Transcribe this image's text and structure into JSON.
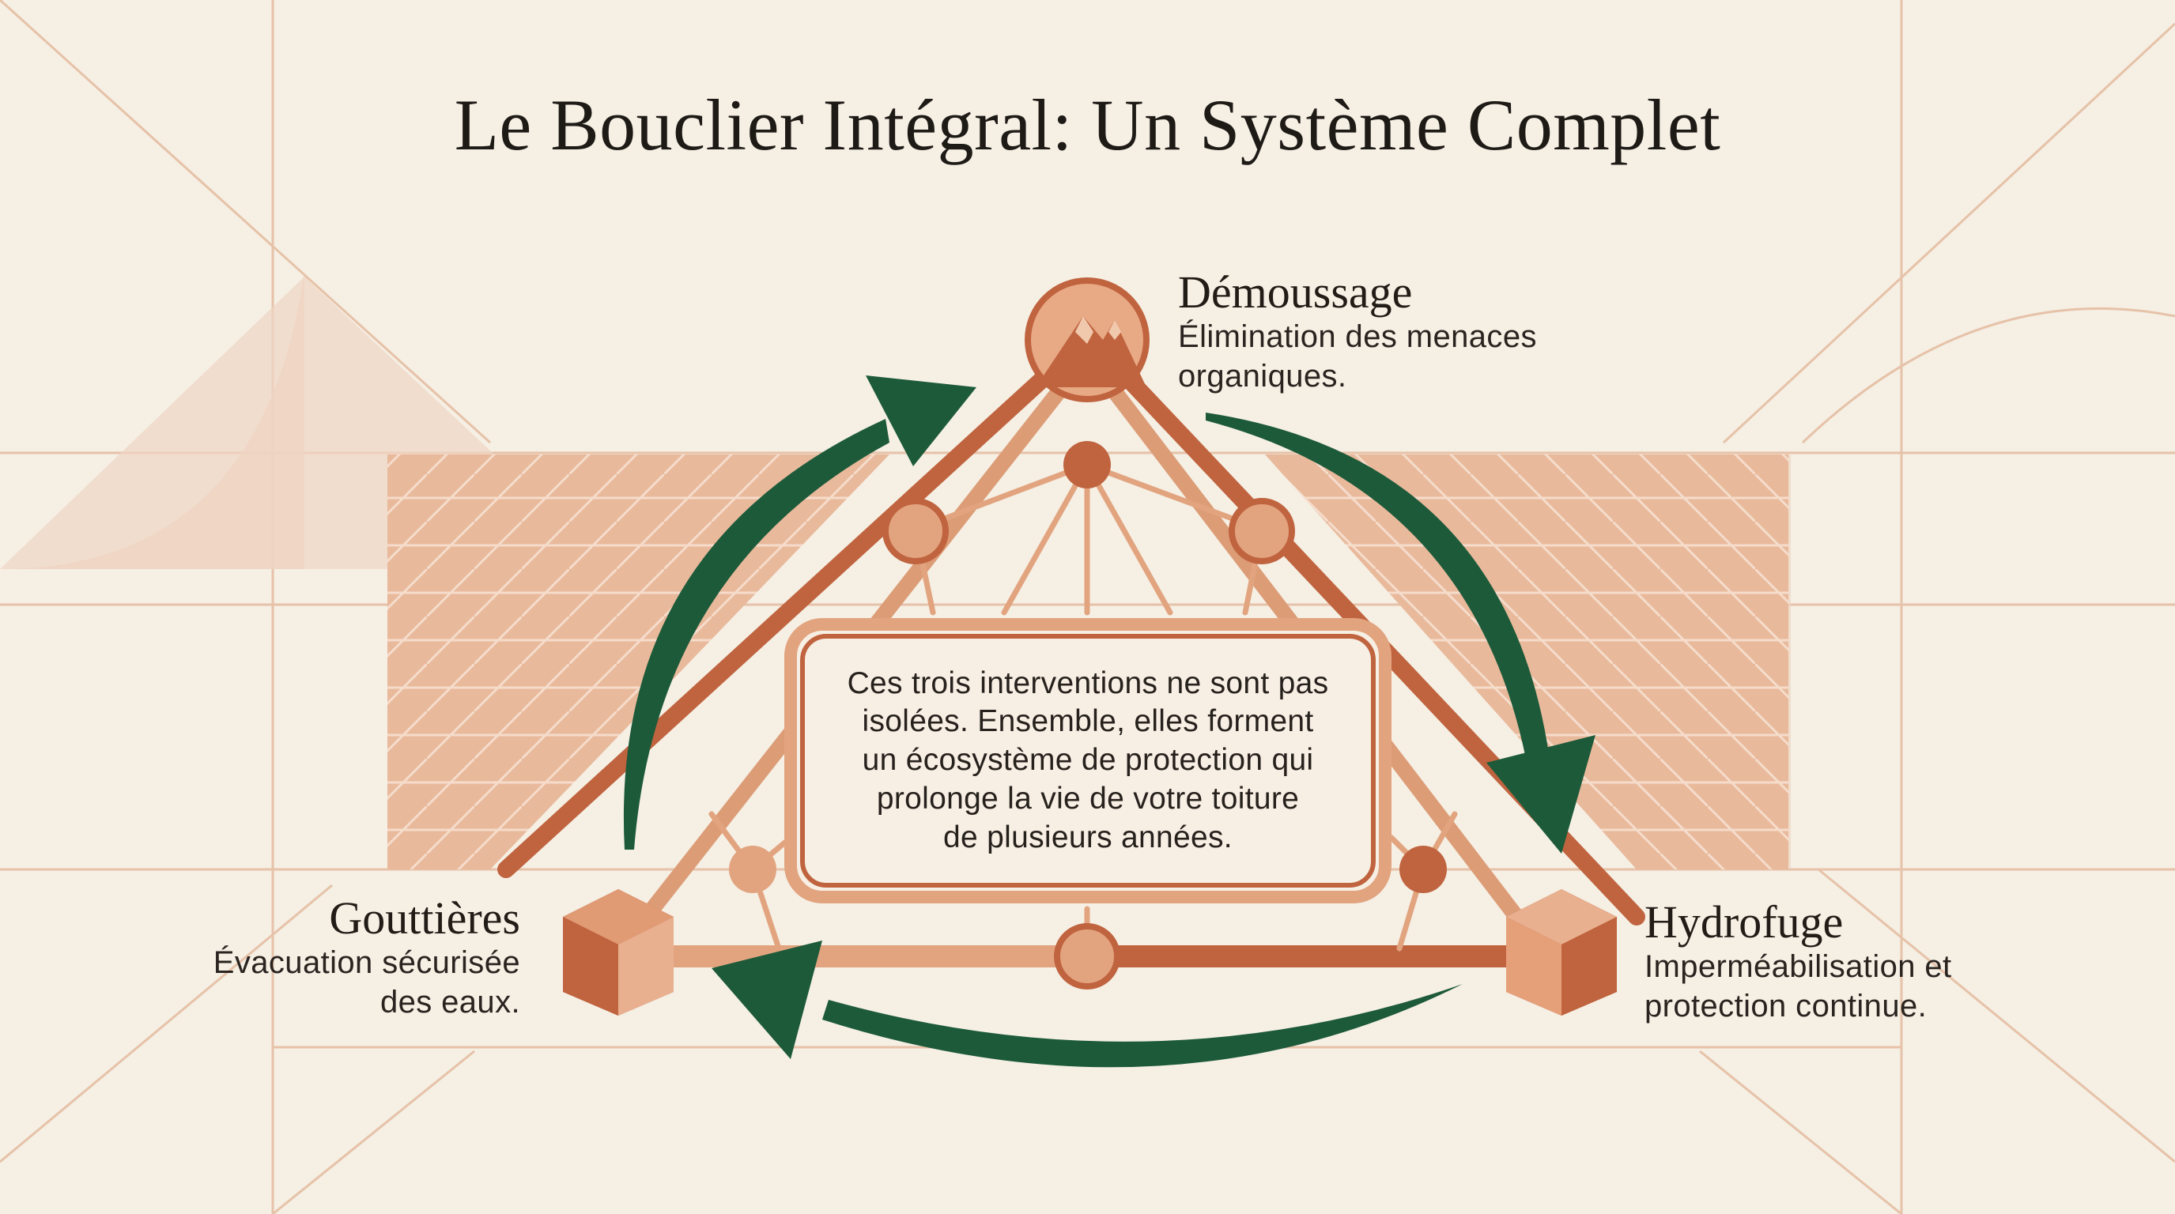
{
  "title": "Le Bouclier Intégral: Un Système Complet",
  "nodes": {
    "top": {
      "heading": "Démoussage",
      "desc_line1": "Élimination des menaces",
      "desc_line2": "organiques."
    },
    "left": {
      "heading": "Gouttières",
      "desc_line1": "Évacuation sécurisée",
      "desc_line2": "des eaux."
    },
    "right": {
      "heading": "Hydrofuge",
      "desc_line1": "Imperméabilisation et",
      "desc_line2": "protection continue."
    }
  },
  "center": {
    "lines": [
      "Ces trois interventions ne sont pas",
      "isolées. Ensemble, elles forment",
      "un écosystème de protection qui",
      "prolonge la vie de votre toiture",
      "de plusieurs années."
    ]
  },
  "colors": {
    "background": "#f5efe4",
    "terracotta": "#c0643f",
    "terracotta_light": "#e2a47f",
    "tile_fill": "#e8b698",
    "arrow_green": "#1d5a3a",
    "text": "#1e1a16"
  },
  "icons": {
    "top": "mountain-peak-icon",
    "left": "cube-icon",
    "right": "cube-icon",
    "arrows": "cycle-arrow-icon"
  }
}
